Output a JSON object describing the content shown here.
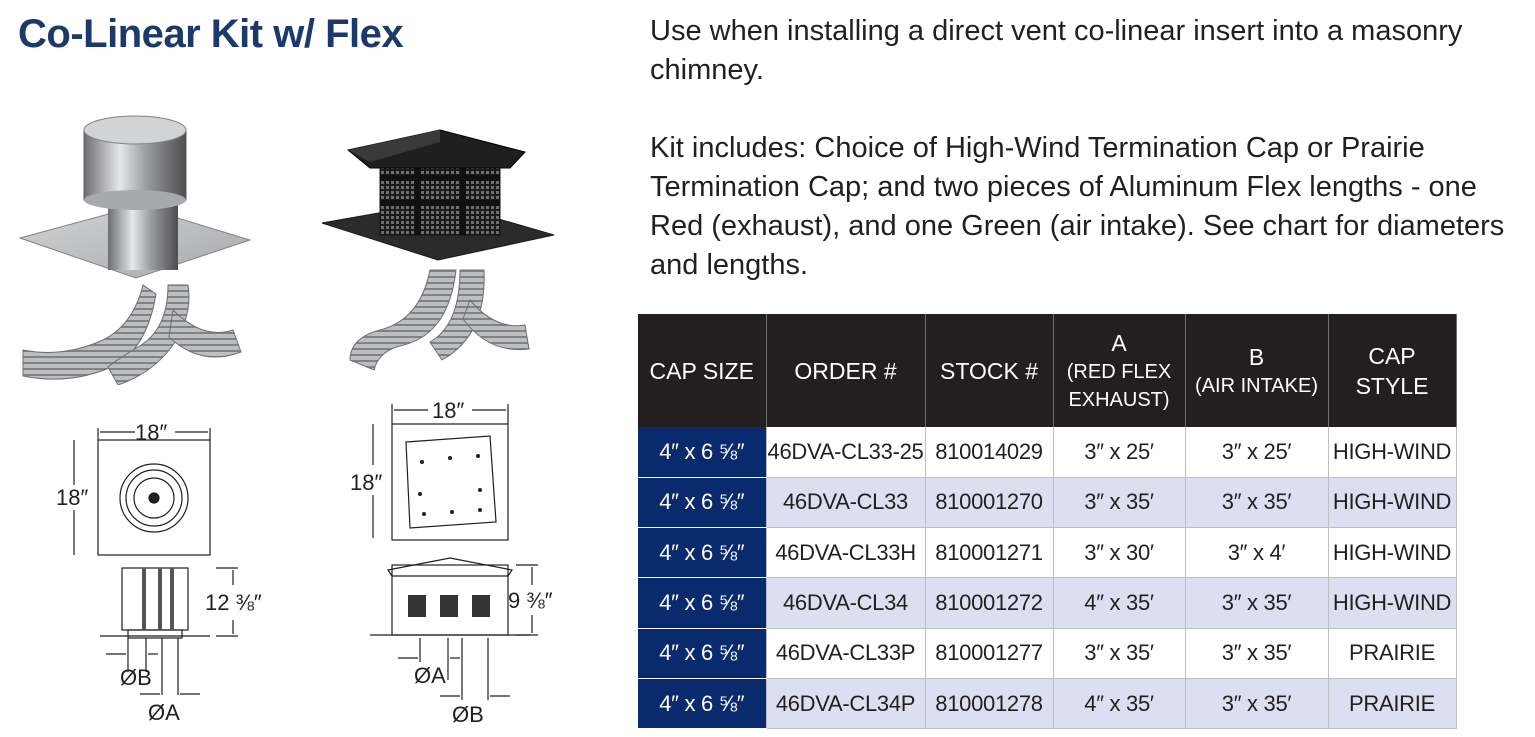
{
  "title": "Co-Linear Kit w/ Flex",
  "description": {
    "p1": "Use when installing a direct vent co-linear insert into a masonry chimney.",
    "p2": "Kit includes: Choice of High-Wind Termination Cap or Prairie Termination Cap; and two pieces of Aluminum Flex lengths - one Red (exhaust), and one Green (air intake). See chart for diameters and lengths."
  },
  "drawing_a": {
    "width_label": "18″",
    "height_label": "18″",
    "cap_height_label": "12 ⅜″",
    "diam_b_label": "ØB",
    "diam_a_label": "ØA"
  },
  "drawing_b": {
    "width_label": "18″",
    "height_label": "18″",
    "cap_height_label": "9 ⅜″",
    "diam_a_label": "ØA",
    "diam_b_label": "ØB"
  },
  "table": {
    "headers": {
      "cap_size": "CAP SIZE",
      "order": "ORDER #",
      "stock": "STOCK #",
      "a_top": "A",
      "a_sub": "(RED FLEX EXHAUST)",
      "b_top": "B",
      "b_sub": "(AIR INTAKE)",
      "cap_style": "CAP STYLE"
    },
    "rows": [
      {
        "size": "4″ x 6 ⅝″",
        "order": "46DVA-CL33-25",
        "stock": "810014029",
        "a": "3″ x 25′",
        "b": "3″ x 25′",
        "style": "HIGH-WIND"
      },
      {
        "size": "4″ x 6 ⅝″",
        "order": "46DVA-CL33",
        "stock": "810001270",
        "a": "3″ x 35′",
        "b": "3″ x 35′",
        "style": "HIGH-WIND"
      },
      {
        "size": "4″ x 6 ⅝″",
        "order": "46DVA-CL33H",
        "stock": "810001271",
        "a": "3″ x 30′",
        "b": "3″ x 4′",
        "style": "HIGH-WIND"
      },
      {
        "size": "4″ x 6 ⅝″",
        "order": "46DVA-CL34",
        "stock": "810001272",
        "a": "4″ x 35′",
        "b": "3″ x 35′",
        "style": "HIGH-WIND"
      },
      {
        "size": "4″ x 6 ⅝″",
        "order": "46DVA-CL33P",
        "stock": "810001277",
        "a": "3″ x 35′",
        "b": "3″ x 35′",
        "style": "PRAIRIE"
      },
      {
        "size": "4″ x 6 ⅝″",
        "order": "46DVA-CL34P",
        "stock": "810001278",
        "a": "4″ x 35′",
        "b": "3″ x 35′",
        "style": "PRAIRIE"
      }
    ]
  },
  "colors": {
    "title": "#1b3a6b",
    "header_bg": "#231f20",
    "size_cell_bg": "#0a2a6e",
    "stripe_bg": "#dcdfef"
  }
}
